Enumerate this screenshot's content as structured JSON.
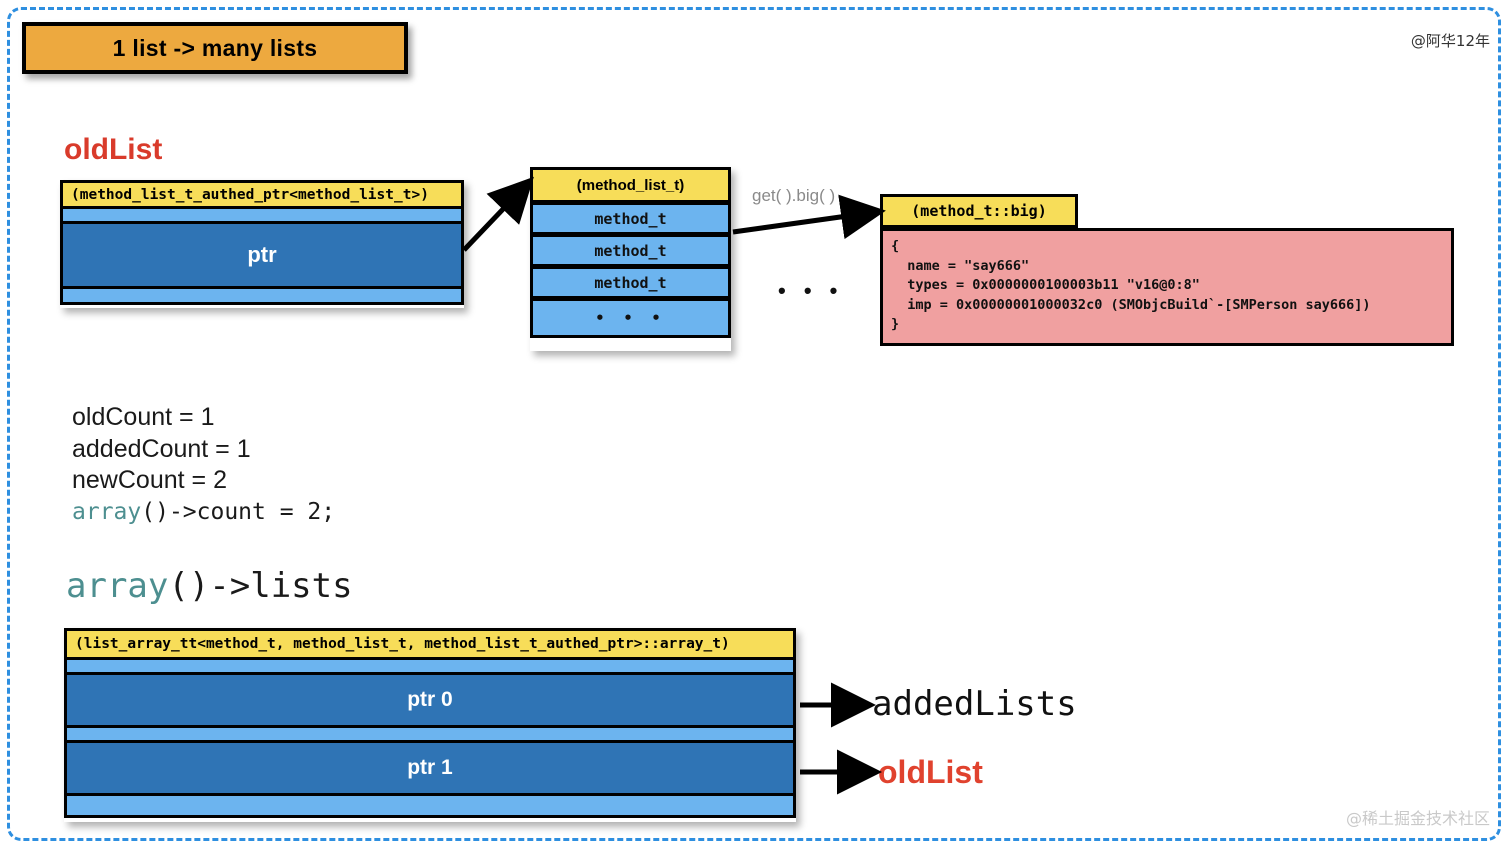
{
  "title_banner": {
    "label": "1 list -> many lists"
  },
  "watermarks": {
    "top_right": "@阿华12年",
    "bottom_right": "@稀土掘金技术社区"
  },
  "colors": {
    "frame_dashed": "#2e8fe0",
    "banner_orange": "#eda93f",
    "header_yellow": "#f7dd59",
    "cell_dark_blue": "#2f74b5",
    "cell_light_blue": "#6cb4ef",
    "body_red": "#f0a0a0",
    "accent_red_text": "#d93b2b",
    "teal_fn": "#4d8f90",
    "edge_label_gray": "#8a8a8a"
  },
  "old_list": {
    "label": "oldList",
    "header": "(method_list_t_authed_ptr<method_list_t>)",
    "ptr_label": "ptr"
  },
  "method_list": {
    "header": "(method_list_t)",
    "rows": [
      "method_t",
      "method_t",
      "method_t",
      "• • •"
    ]
  },
  "edge": {
    "get_big_label": "get( ).big( )",
    "ellipsis": "• • •"
  },
  "method_big": {
    "header": "(method_t::big)",
    "body_lines": [
      "{",
      "  name = \"say666\"",
      "  types = 0x0000000100003b11 \"v16@0:8\"",
      "  imp = 0x00000001000032c0 (SMObjcBuild`-[SMPerson say666])",
      "}"
    ]
  },
  "counts": {
    "old_count": "oldCount = 1",
    "added_count": "addedCount = 1",
    "new_count": "newCount = 2",
    "array_count_fn": "array",
    "array_count_rest": "()->count = 2;"
  },
  "array_lists": {
    "heading_fn": "array",
    "heading_rest": "()->lists",
    "header": "(list_array_tt<method_t, method_list_t, method_list_t_authed_ptr>::array_t)",
    "slots": [
      "ptr 0",
      "ptr 1"
    ],
    "slot_targets": [
      "addedLists",
      "oldList"
    ]
  }
}
